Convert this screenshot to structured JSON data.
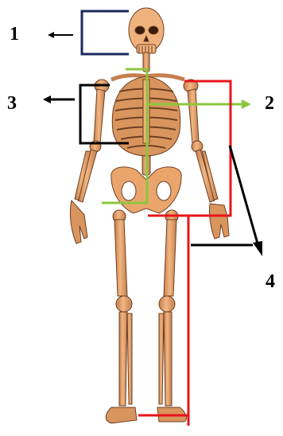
{
  "labels": {
    "n1": "1",
    "n2": "2",
    "n3": "3",
    "n4": "4"
  },
  "colors": {
    "bone": "#e8a66d",
    "bone_shadow": "#b8744a",
    "bone_dark": "#6e3f22",
    "skull": "#f0b27c",
    "navy": "#1b2a5c",
    "green": "#8cc63f",
    "red": "#e8141b",
    "black": "#000000"
  }
}
